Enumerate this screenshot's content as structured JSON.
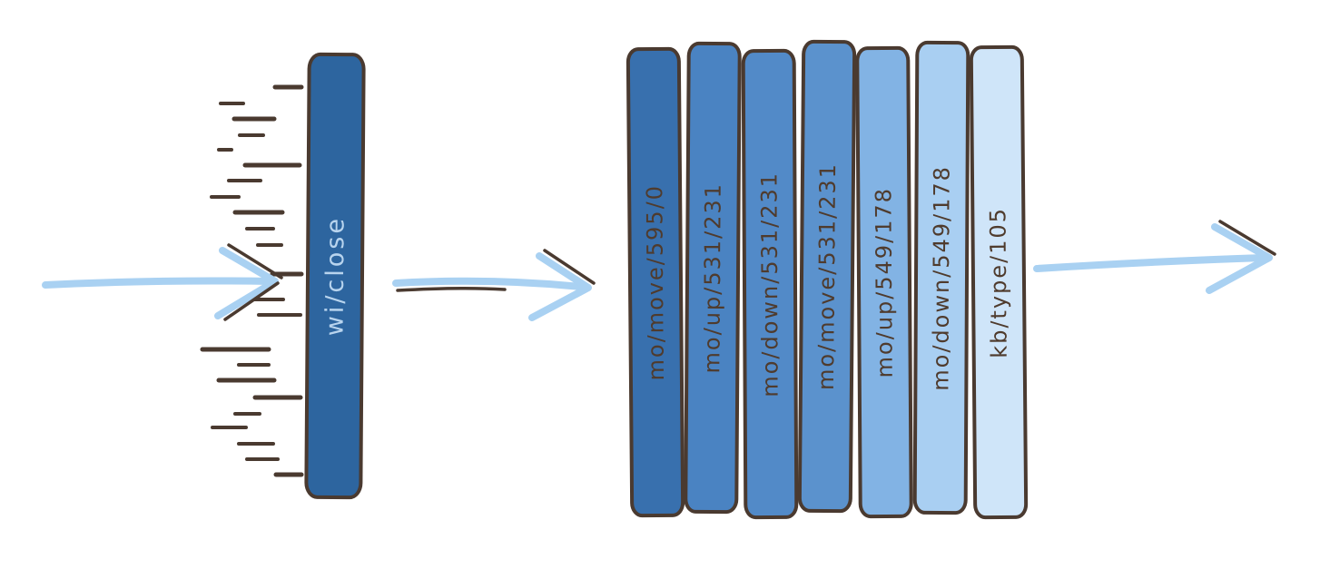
{
  "input_gate": {
    "label": "wi/close"
  },
  "event_stack": {
    "items": [
      {
        "label": "mo/move/595/0",
        "color": "#3870ae"
      },
      {
        "label": "mo/up/531/231",
        "color": "#4a83c2"
      },
      {
        "label": "mo/down/531/231",
        "color": "#528ac8"
      },
      {
        "label": "mo/move/531/231",
        "color": "#5b92cd"
      },
      {
        "label": "mo/up/549/178",
        "color": "#82b3e4"
      },
      {
        "label": "mo/down/549/178",
        "color": "#a9cff2"
      },
      {
        "label": "kb/type/105",
        "color": "#cfe5f9"
      }
    ]
  },
  "colors": {
    "gate_bar": "#2d659f",
    "outline": "#4a3a30",
    "arrow_blue": "#a9d1f2",
    "label_dark": "#4f3b2d",
    "label_light": "#b8d4ee",
    "background": "#ffffff"
  }
}
